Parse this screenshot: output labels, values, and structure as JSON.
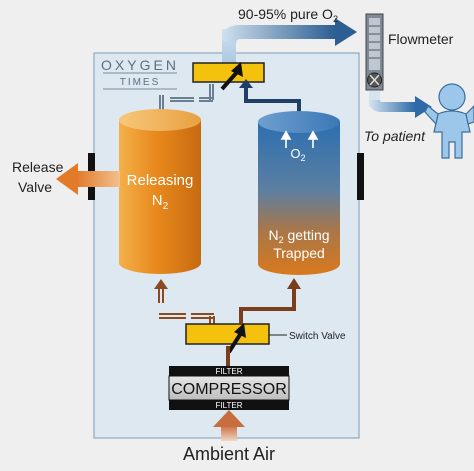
{
  "brand": {
    "top": "OXYGEN",
    "bottom": "TIMES"
  },
  "labels": {
    "purity_prefix": "90-95% pure O",
    "purity_sub": "2",
    "flowmeter": "Flowmeter",
    "to_patient": "To patient",
    "release_valve_line1": "Release",
    "release_valve_line2": "Valve",
    "left_tank_line1": "Releasing",
    "left_tank_line2_main": "N",
    "left_tank_line2_sub": "2",
    "right_tank_o2_main": "O",
    "right_tank_o2_sub": "2",
    "right_tank_line1_main": "N",
    "right_tank_line1_sub": "2",
    "right_tank_line1_rest": " getting",
    "right_tank_line2": "Trapped",
    "switch_valve": "Switch Valve",
    "filter_top": "FILTER",
    "compressor": "COMPRESSOR",
    "filter_bottom": "FILTER",
    "ambient_air": "Ambient Air"
  },
  "colors": {
    "background": "#efefef",
    "enclosure": "#dde8f1",
    "enclosure_border": "#8fa9c3",
    "tank_orange": "#e8891c",
    "tank_blue": "#2d6aa6",
    "valve_yellow": "#f4c20d",
    "pipe_brown": "#7a3e1c",
    "pipe_navy": "#1f3f66",
    "compressor_gray": "#c8c8c8",
    "patient_blue": "#9cc7ea"
  }
}
